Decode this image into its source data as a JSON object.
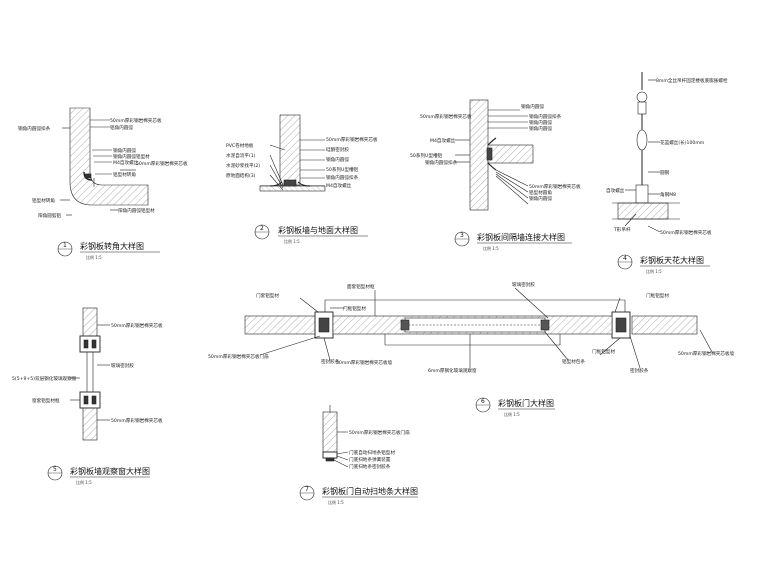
{
  "details": {
    "d1": {
      "number": "1",
      "title": "彩钢板转角大样图",
      "scale": "比例 1:5",
      "labels": {
        "a": "50mm厚彩钢岩棉夹芯板",
        "b": "铝角内圆弧",
        "c": "钢角内圆弧扣条",
        "d": "钢角内圆弧",
        "e": "钢角内圆弧铝型材",
        "f": "50mm厚彩钢岩棉夹芯板",
        "g": "M4自攻螺丝",
        "h": "铝型材转角",
        "i": "铝型材转角",
        "j": "阳角圆弧铝",
        "k": "阳角内圆弧铝型材"
      }
    },
    "d2": {
      "number": "2",
      "title": "彩钢板墙与地面大样图",
      "scale": "比例 1:5",
      "labels": {
        "a": "50mm厚彩钢岩棉夹芯板",
        "b": "PVC卷材地板",
        "c": "硅酮密封胶",
        "d": "水泥自流平(1)",
        "e": "钢角内圆弧",
        "f": "水泥砂浆找平(2)",
        "g": "50系列U型槽铝",
        "h": "原地面结构(3)",
        "i": "钢角内圆弧扣条",
        "j": "M4自攻螺丝"
      }
    },
    "d3": {
      "number": "3",
      "title": "彩钢板间隔墙连接大样图",
      "scale": "比例 1:5",
      "labels": {
        "a": "钢角内圆弧",
        "b": "50mm厚彩钢岩棉夹芯板",
        "c": "钢角内圆弧扣条",
        "d": "钢角内圆弧",
        "e": "钢角内圆弧",
        "f": "M4自攻螺丝",
        "g": "50系列U型槽铝",
        "h": "钢角内圆弧扣条",
        "i": "50mm厚彩钢岩棉夹芯板",
        "j": "铝型材圆角",
        "k": "钢角内圆弧"
      }
    },
    "d4": {
      "number": "4",
      "title": "彩钢板天花大样图",
      "scale": "比例 1:5",
      "labels": {
        "a": "8mm全丝吊杆固定楼板底膨胀螺栓",
        "b": "花篮螺丝(长)100mm",
        "c": "圆钢",
        "d": "自攻螺丝",
        "e": "角钢M8",
        "f": "T形吊杆",
        "g": "50mm厚彩钢岩棉夹芯板"
      }
    },
    "d5": {
      "number": "5",
      "title": "彩钢板墙观察窗大样图",
      "scale": "比例 1:5",
      "labels": {
        "a": "50mm厚彩钢岩棉夹芯板",
        "b": "玻璃密封胶",
        "c": "5(5+9+5)双层钢化玻璃观察窗",
        "d": "窗套铝型材框",
        "e": "50mm厚彩钢岩棉夹芯板"
      }
    },
    "d6": {
      "number": "6",
      "title": "彩钢板门大样图",
      "scale": "比例 1:5",
      "labels": {
        "a": "门套铝型材",
        "b": "面套铝型材框",
        "c": "门框铝型材",
        "d": "玻璃密封胶",
        "e": "门框铝型材",
        "f": "50mm厚彩钢岩棉夹芯板墙",
        "g": "密封胶条",
        "h": "50mm厚彩钢岩棉夹芯板门扇",
        "i": "6mm厚钢化玻璃观察窗",
        "j": "铝型材包条",
        "k": "门框铝型材",
        "l": "密封胶条",
        "m": "50mm厚彩钢岩棉夹芯板墙"
      }
    },
    "d7": {
      "number": "7",
      "title": "彩钢板门自动扫地条大样图",
      "scale": "比例 1:5",
      "labels": {
        "a": "50mm厚彩钢岩棉夹芯板门扇",
        "b": "门底自动扫地条铝型材",
        "c": "门底扫地条弹簧装置",
        "d": "门底扫地条密封胶条"
      }
    }
  }
}
